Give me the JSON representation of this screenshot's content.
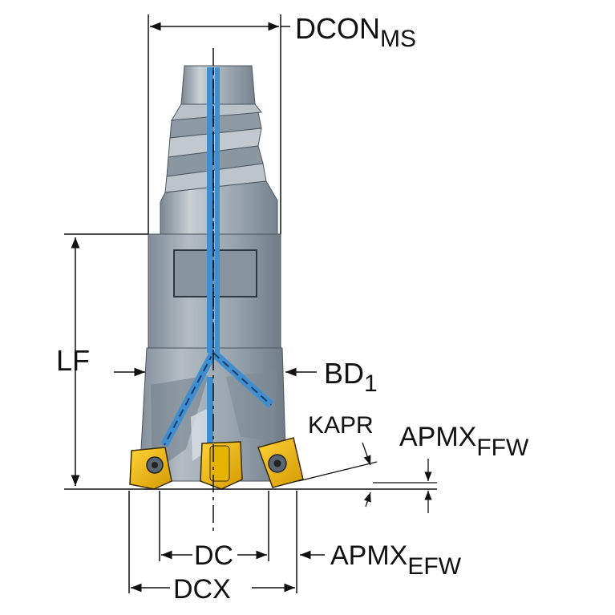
{
  "labels": {
    "dcon": {
      "main": "DCON",
      "sub": "MS"
    },
    "lf": {
      "main": "LF"
    },
    "bd": {
      "main": "BD",
      "sub": "1"
    },
    "kapr": {
      "main": "KAPR"
    },
    "apmx_ffw": {
      "main": "APMX",
      "sub": "FFW"
    },
    "dc": {
      "main": "DC"
    },
    "apmx_efw": {
      "main": "APMX",
      "sub": "EFW"
    },
    "dcx": {
      "main": "DCX"
    }
  },
  "colors": {
    "line": "#111111",
    "body": "#9ea9b3",
    "body_light": "#c7ced4",
    "body_dark": "#6e7b86",
    "coolant": "#3f8fd0",
    "insert": "#f0b400",
    "insert_dark": "#b07f00"
  }
}
